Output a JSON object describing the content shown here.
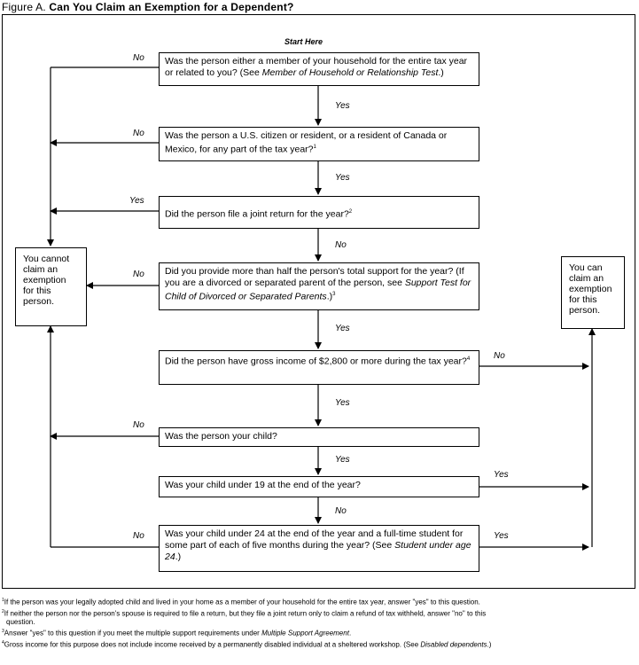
{
  "title": {
    "prefix": "Figure A.",
    "text": "Can You Claim an Exemption for a Dependent?"
  },
  "start_label": "Start Here",
  "questions": [
    {
      "pre": "Was the person either a member of your household for the entire tax year or related to you? (See ",
      "italic": "Member of Household or Relationship Test",
      "post": ".)"
    },
    {
      "pre": "Was the person a U.S. citizen or resident, or a resident of Canada or Mexico, for any part of the tax year?",
      "sup": "1"
    },
    {
      "pre": "Did the person file a joint return for the year?",
      "sup": "2"
    },
    {
      "pre": "Did you provide more than half the person's total support for the year? (If you are a divorced or separated parent of the person, see ",
      "italic": "Support Test for Child of Divorced or Separated Parents",
      "post": ".)",
      "sup": "3"
    },
    {
      "pre": "Did the person have gross income of $2,800 or more during the tax year?",
      "sup": "4"
    },
    {
      "pre": "Was the person your child?"
    },
    {
      "pre": "Was your child under 19 at the end of the year?"
    },
    {
      "pre": "Was your child under 24 at the end of the year and a full-time student for some part of each of five months during the year? (See ",
      "italic": "Student under age 24",
      "post": ".)"
    }
  ],
  "outcomes": {
    "cannot": "You cannot claim an exemption for this person.",
    "can": "You can claim an exemption for this person."
  },
  "labels": {
    "no": "No",
    "yes": "Yes"
  },
  "footnotes": [
    {
      "num": "1",
      "text": "If the person was your legally adopted child and lived in your home as a member of your household for the entire tax year, answer \"yes\" to this question."
    },
    {
      "num": "2",
      "text": "If neither the person nor the person's spouse is required to file a return, but they file a joint return only to claim a refund of tax withheld, answer \"no\" to this",
      "text2": "question."
    },
    {
      "num": "3",
      "text": "Answer \"yes\" to this question if you meet the multiple support requirements under ",
      "italic": "Multiple Support Agreement",
      "post": "."
    },
    {
      "num": "4",
      "text": "Gross income for this purpose does not include income received by a permanently disabled individual at a sheltered workshop. (See ",
      "italic": "Disabled dependents",
      "post": ".)"
    }
  ]
}
